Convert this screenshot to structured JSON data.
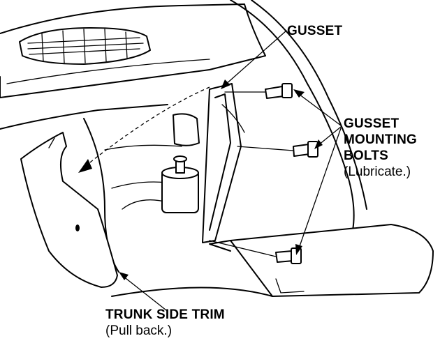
{
  "labels": {
    "gusset": "GUSSET",
    "bolts_line1": "GUSSET",
    "bolts_line2": "MOUNTING",
    "bolts_line3": "BOLTS",
    "bolts_note": "(Lubricate.)",
    "trim": "TRUNK SIDE TRIM",
    "trim_note": "(Pull back.)"
  }
}
